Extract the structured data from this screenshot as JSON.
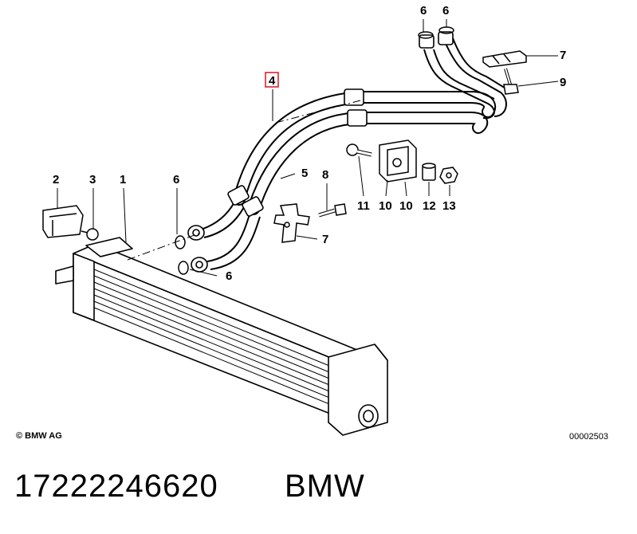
{
  "callouts": {
    "c1": "1",
    "c2": "2",
    "c3": "3",
    "c4": "4",
    "c5": "5",
    "c6a": "6",
    "c6b": "6",
    "c6c": "6",
    "c6d": "6",
    "c7a": "7",
    "c7b": "7",
    "c8": "8",
    "c9": "9",
    "c10a": "10",
    "c10b": "10",
    "c11": "11",
    "c12": "12",
    "c13": "13"
  },
  "highlighted_callout_color": "#e0141e",
  "footer": {
    "copyright": "© BMW AG",
    "diagram_id": "00002503"
  },
  "caption": {
    "part_number": "17222246620",
    "brand": "BMW"
  }
}
